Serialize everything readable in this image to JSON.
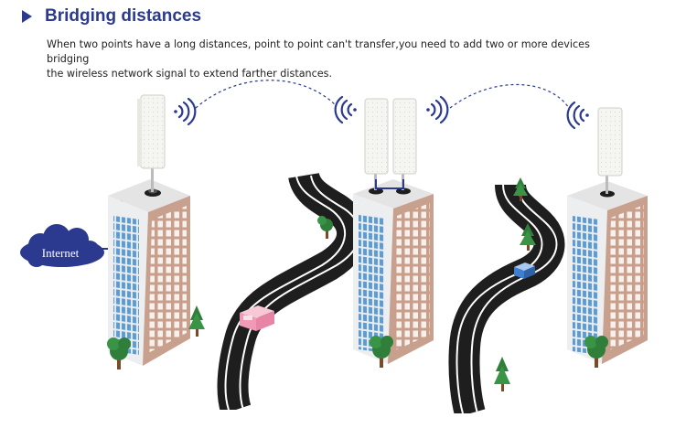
{
  "heading": {
    "title": "Bridging distances"
  },
  "description": {
    "line1": "When two points have a long distances, point to point can't transfer,you need to add two or more devices bridging",
    "line2": "the wireless network signal to extend farther distances."
  },
  "diagram": {
    "cloud_label": "Internet",
    "colors": {
      "accent": "#2b3a8f",
      "building_front": "#c8a08e",
      "building_side": "#e7eaed",
      "windows": "#5b9bd5",
      "road": "#1e1e1e",
      "tree": "#2f7f3a"
    }
  }
}
